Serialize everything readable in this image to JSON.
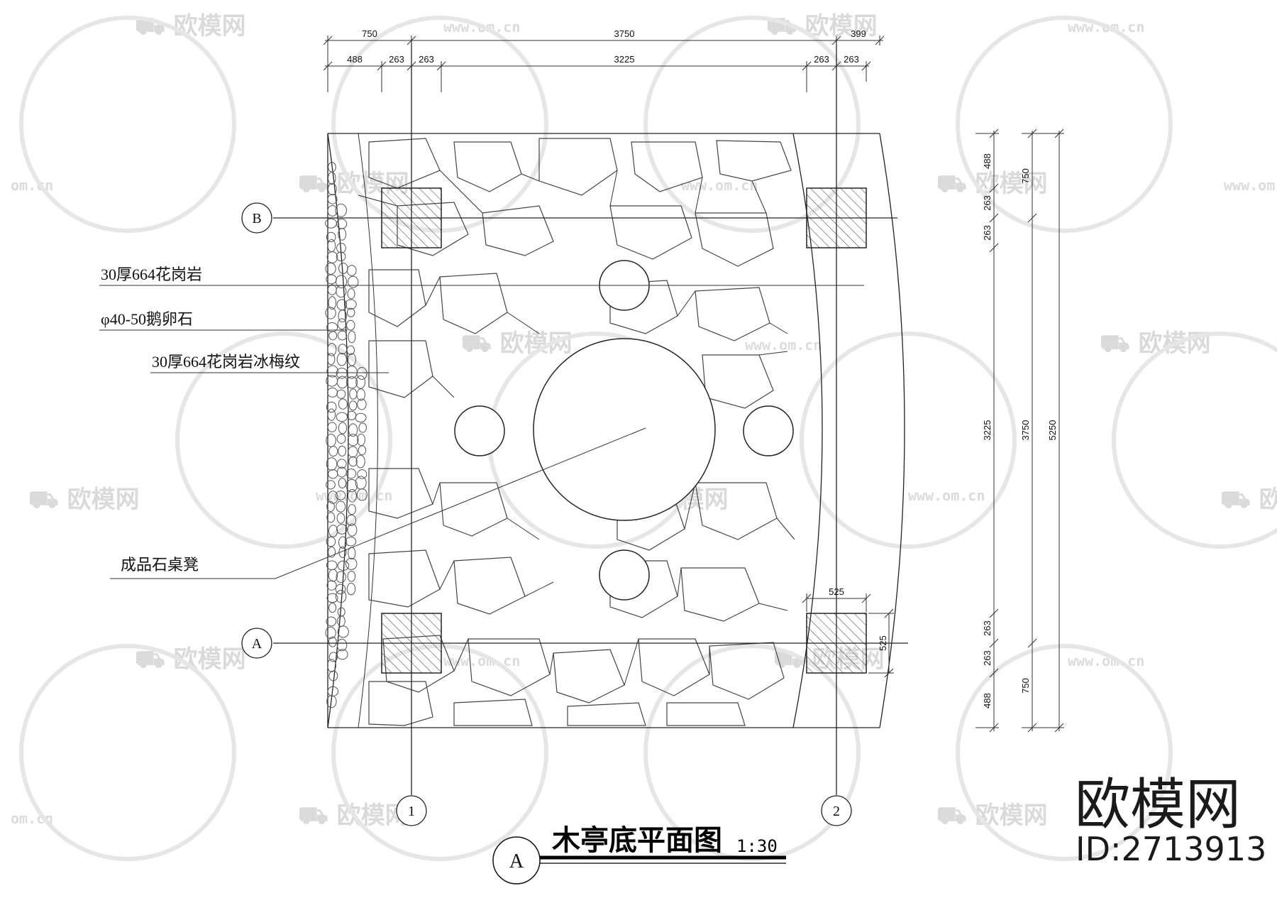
{
  "title": "木亭底平面图",
  "scale": "1:30",
  "detail_label": "A",
  "axes": {
    "horizontal": [
      {
        "label": "B"
      },
      {
        "label": "A"
      }
    ],
    "vertical": [
      {
        "label": "1"
      },
      {
        "label": "2"
      }
    ]
  },
  "labels": {
    "granite": "30厚664花岗岩",
    "pebble": "φ40-50鹅卵石",
    "ice_pattern": "30厚664花岗岩冰梅纹",
    "stone_table": "成品石桌凳"
  },
  "dimensions": {
    "top_row1": [
      "750",
      "3750",
      "399"
    ],
    "top_row2": [
      "488",
      "263",
      "263",
      "3225",
      "263",
      "263"
    ],
    "right_inner": [
      "488",
      "263",
      "263",
      "3225",
      "263",
      "263",
      "488"
    ],
    "right_middle": [
      "750",
      "3750",
      "750"
    ],
    "right_outer": [
      "5250"
    ],
    "column_width": "525",
    "column_depth": "525"
  },
  "watermark": {
    "brand": "欧模网",
    "url": "www.om.cn",
    "url_short": "om.cn",
    "id": "ID:2713913"
  }
}
